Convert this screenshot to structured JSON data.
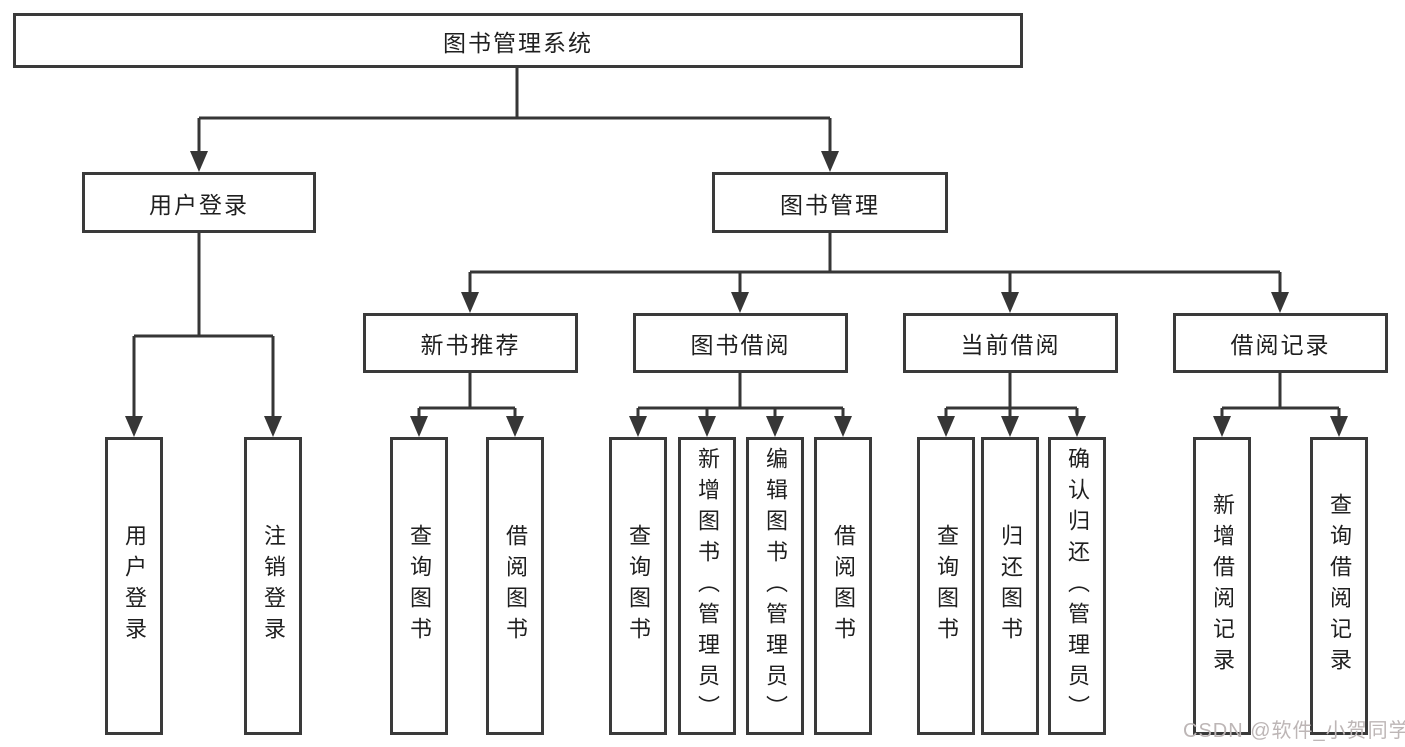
{
  "root": {
    "label": "图书管理系统"
  },
  "branches": {
    "user_login": {
      "label": "用户登录",
      "children": {
        "login": {
          "label": "用户登录"
        },
        "logout": {
          "label": "注销登录"
        }
      }
    },
    "book_mgmt": {
      "label": "图书管理",
      "children": {
        "new_book": {
          "label": "新书推荐",
          "children": {
            "query": {
              "label": "查询图书"
            },
            "borrow": {
              "label": "借阅图书"
            }
          }
        },
        "borrowing": {
          "label": "图书借阅",
          "children": {
            "query": {
              "label": "查询图书"
            },
            "add": {
              "label": "新增图书（管理员）"
            },
            "edit": {
              "label": "编辑图书（管理员）"
            },
            "borrow": {
              "label": "借阅图书"
            }
          }
        },
        "current": {
          "label": "当前借阅",
          "children": {
            "query": {
              "label": "查询图书"
            },
            "return": {
              "label": "归还图书"
            },
            "confirm": {
              "label": "确认归还（管理员）"
            }
          }
        },
        "records": {
          "label": "借阅记录",
          "children": {
            "add": {
              "label": "新增借阅记录"
            },
            "query": {
              "label": "查询借阅记录"
            }
          }
        }
      }
    }
  },
  "watermark": {
    "text": "CSDN @软件_小贺同学"
  },
  "colors": {
    "line": "#363636",
    "box_border": "#3a3a3a",
    "text": "#1f1f1f",
    "watermark": "#bdb6b6",
    "background": "#ffffff"
  }
}
